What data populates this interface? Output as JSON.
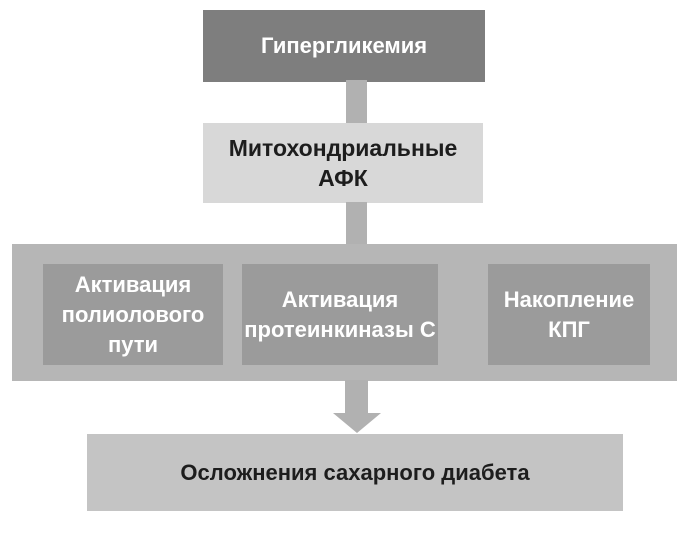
{
  "colors": {
    "background": "#ffffff",
    "top_node": "#7e7e7e",
    "ros_node": "#d8d8d8",
    "band": "#b6b6b6",
    "inner_node": "#9b9b9b",
    "bottom_node": "#c4c4c4",
    "connector": "#b1b1b1",
    "text_light": "#ffffff",
    "text_dark": "#1d1d1d"
  },
  "diagram": {
    "type": "flowchart",
    "nodes": {
      "hyperglycemia": {
        "lines": [
          "Гипергликемия"
        ]
      },
      "mitochondrial_ros": {
        "lines": [
          "Митохондриальные",
          "АФК"
        ]
      },
      "polyol_pathway": {
        "lines": [
          "Активация",
          "полиолового",
          "пути"
        ]
      },
      "protein_kinase_c": {
        "lines": [
          "Активация",
          "протеинкиназы С"
        ]
      },
      "age_accumulation": {
        "lines": [
          "Накопление",
          "КПГ"
        ]
      },
      "complications": {
        "lines": [
          "Осложнения сахарного диабета"
        ]
      }
    },
    "edges": [
      {
        "from": "hyperglycemia",
        "to": "mitochondrial_ros"
      },
      {
        "from": "mitochondrial_ros",
        "to": "pathways_band"
      },
      {
        "from": "pathways_band",
        "to": "complications"
      }
    ]
  }
}
